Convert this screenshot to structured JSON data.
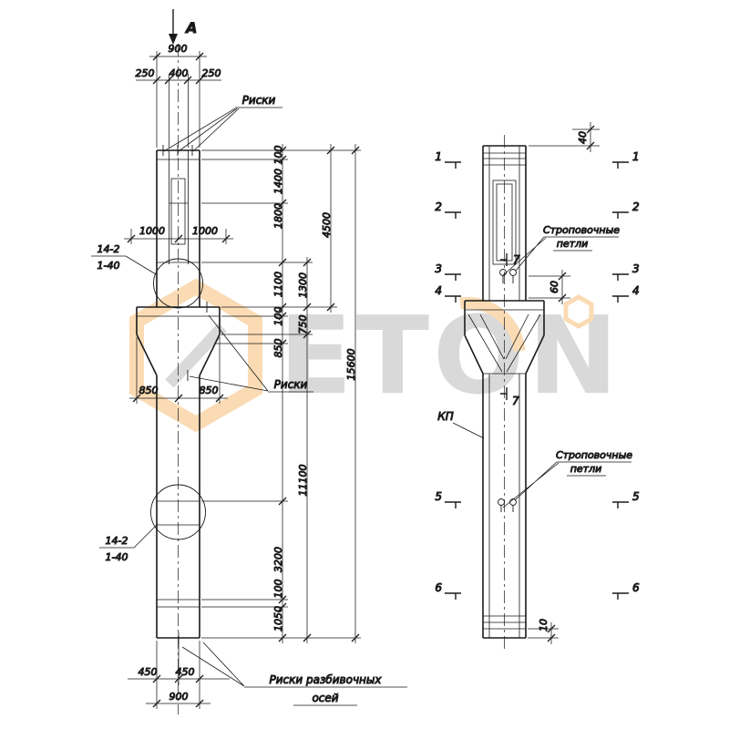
{
  "watermark": {
    "brand": "ETON",
    "orange": "#F2A33C",
    "gray": "#9C9C9C"
  },
  "elevation": {
    "view_arrow": "А",
    "labels": {
      "riski_top": "Риски",
      "riski_mid": "Риски",
      "riski_axes_1": "Риски разбивочных",
      "riski_axes_2": "осей",
      "detail_top_num": "14-2",
      "detail_top_sheet": "1-40",
      "detail_bot_num": "14-2",
      "detail_bot_sheet": "1-40"
    },
    "dims": {
      "w900_top": "900",
      "w250l": "250",
      "w400": "400",
      "w250r": "250",
      "w1000l": "1000",
      "w1000r": "1000",
      "w850l": "850",
      "w850r": "850",
      "w450l": "450",
      "w450r": "450",
      "w900_bot": "900",
      "h100a": "100",
      "h1400": "1400",
      "h1800": "1800",
      "h4500": "4500",
      "h1100": "1100",
      "h1300": "1300",
      "h100b": "100",
      "h750": "750",
      "h850": "850",
      "h11100": "11100",
      "h15600": "15600",
      "h3200": "3200",
      "h100c": "100",
      "h1050": "1050"
    }
  },
  "side": {
    "labels": {
      "kp": "КП",
      "strop1a": "Строповочные",
      "strop1b": "петли",
      "strop2a": "Строповочные",
      "strop2b": "петли"
    },
    "dims": {
      "d40": "40",
      "d60": "60",
      "d10": "10"
    },
    "sections": {
      "s1": "1",
      "s2": "2",
      "s3": "3",
      "s4": "4",
      "s5": "5",
      "s6": "6",
      "s7": "7"
    }
  }
}
